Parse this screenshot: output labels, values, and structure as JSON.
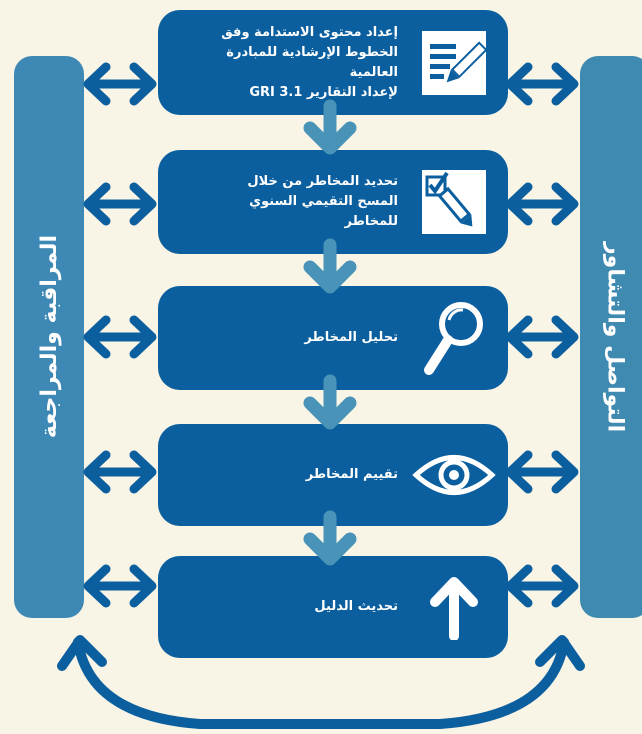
{
  "left_bar": {
    "label": "المراقبة والمراجعة"
  },
  "right_bar": {
    "label": "التواصل والتشاور"
  },
  "steps": [
    {
      "icon": "document-pen-icon",
      "lines": [
        "إعداد محتوى الاستدامة وفق",
        "الخطوط الإرشادية للمبادرة العالمية",
        "لإعداد التقارير GRI 3.1"
      ]
    },
    {
      "icon": "checklist-pencil-icon",
      "lines": [
        "تحديد المخاطر من خلال",
        "المسح التقيمي السنوي",
        "للمخاطر"
      ]
    },
    {
      "icon": "magnifier-icon",
      "lines": [
        "تحليل المخاطر"
      ]
    },
    {
      "icon": "eye-icon",
      "lines": [
        "تقييم المخاطر"
      ]
    },
    {
      "icon": "arrow-up-icon",
      "lines": [
        "تحديث الدليل"
      ]
    }
  ],
  "colors": {
    "background": "#f8f4e6",
    "step_fill": "#0b5f9f",
    "side_bar": "#3e88b6",
    "flow_arrow": "#4a93b8",
    "double_arrow": "#0b5f9f"
  }
}
